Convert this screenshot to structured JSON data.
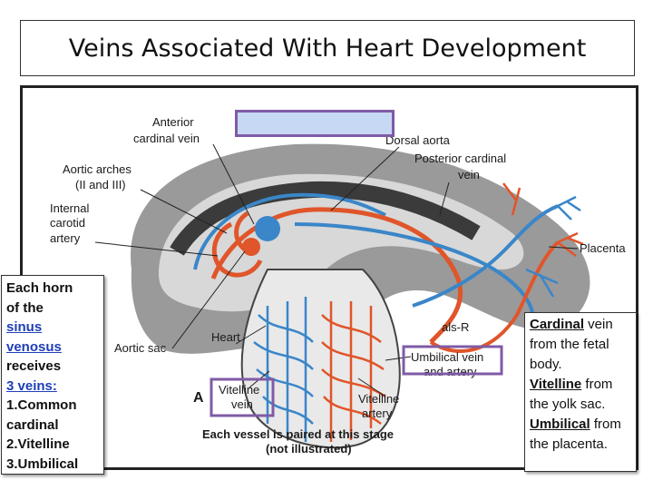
{
  "title": "Veins Associated With Heart Development",
  "diagram": {
    "labels": {
      "anterior_cardinal_line1": "Anterior",
      "anterior_cardinal_line2": "cardinal vein",
      "dorsal_aorta": "Dorsal aorta",
      "posterior_cardinal_line1": "Posterior cardinal",
      "posterior_cardinal_line2": "vein",
      "aortic_arches_line1": "Aortic arches",
      "aortic_arches_line2": "(II and III)",
      "internal_carotid_line1": "Internal",
      "internal_carotid_line2": "carotid",
      "internal_carotid_line3": "artery",
      "placenta": "Placenta",
      "aortic_sac": "Aortic sac",
      "heart": "Heart",
      "umbilical_line1": "Umbilical vein",
      "umbilical_line2": "and artery",
      "vitelline_vein_line1": "Vitelline",
      "vitelline_vein_line2": "vein",
      "vitelline_artery_line1": "Vitelline",
      "vitelline_artery_line2": "artery",
      "panel_letter": "A",
      "caption_line1": "Each vessel is paired at this stage",
      "caption_line2": "(not illustrated)",
      "signature": "als-R"
    },
    "colors": {
      "vein": "#3a86c8",
      "artery": "#e0552a",
      "highlight_border": "#7f5ba6",
      "highlight_fill": "#c6d8f3"
    }
  },
  "note_left": {
    "line1": "Each horn",
    "line2": "of the",
    "line3": "sinus",
    "line4": "venosus",
    "line5": "receives",
    "line6": "3 veins:",
    "line7": "1.Common",
    "line8": "cardinal",
    "line9": "2.Vitelline",
    "line10": "3.Umbilical"
  },
  "note_right": {
    "cardinal_word": "Cardinal",
    "cardinal_rest": " vein from the fetal body.",
    "vitelline_word": "Vitelline",
    "vitelline_rest": " from the yolk sac.",
    "umbilical_word": "Umbilical",
    "umbilical_rest": " from the placenta."
  }
}
